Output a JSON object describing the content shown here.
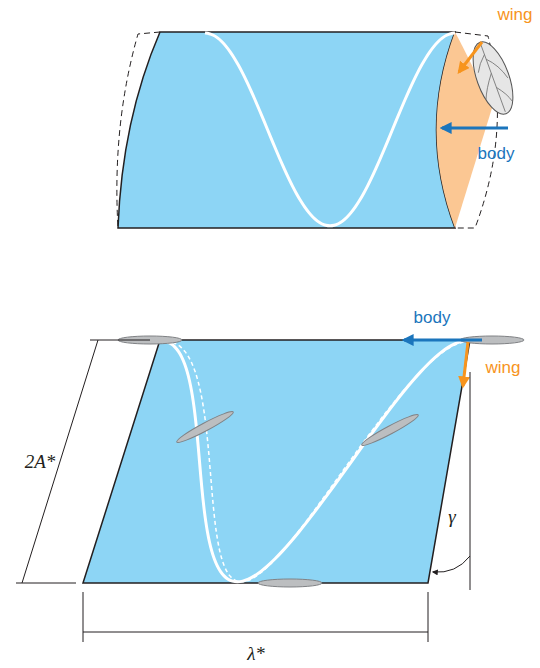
{
  "diagram": {
    "labels": [
      "wing",
      "body",
      "body",
      "wing",
      "2A*",
      "λ*",
      "γ"
    ]
  }
}
